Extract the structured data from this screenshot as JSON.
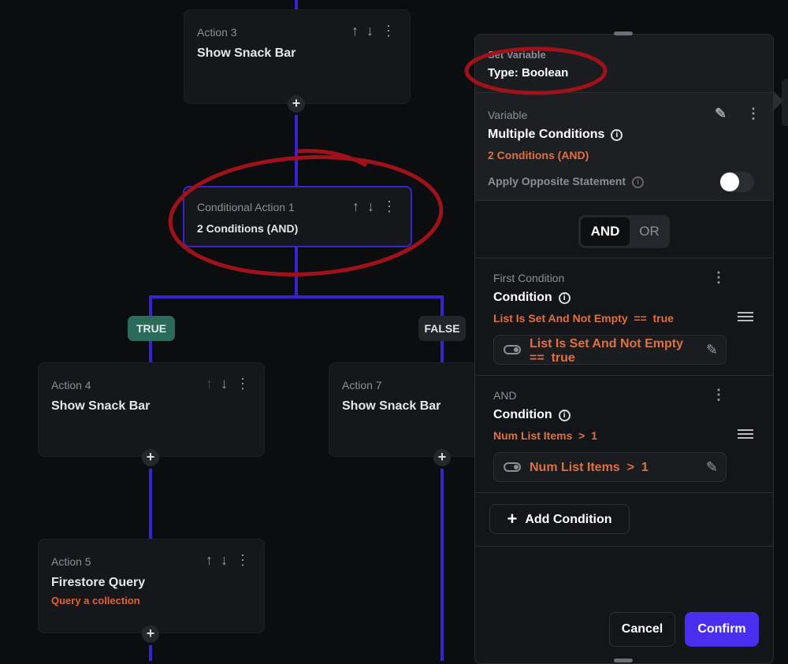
{
  "canvas": {
    "action3": {
      "label": "Action 3",
      "title": "Show Snack Bar"
    },
    "conditional": {
      "label": "Conditional Action 1",
      "title": "2 Conditions (AND)"
    },
    "true_label": "TRUE",
    "false_label": "FALSE",
    "action4": {
      "label": "Action 4",
      "title": "Show Snack Bar"
    },
    "action7": {
      "label": "Action 7",
      "title": "Show Snack Bar"
    },
    "action5": {
      "label": "Action 5",
      "title": "Firestore Query",
      "subtitle": "Query a collection"
    },
    "icons": {
      "up": "↑",
      "down": "↓",
      "more": "⋮",
      "plus": "+"
    }
  },
  "panel": {
    "header": {
      "label": "Set Variable",
      "type": "Type: Boolean"
    },
    "variable": {
      "label": "Variable",
      "title": "Multiple Conditions",
      "summary": "2 Conditions (AND)",
      "opposite_label": "Apply Opposite Statement",
      "opposite_on": false
    },
    "logic": {
      "options": [
        "AND",
        "OR"
      ],
      "selected": "AND"
    },
    "conditions": [
      {
        "label": "First Condition",
        "title": "Condition",
        "summary": "List Is Set And Not Empty  ==  true",
        "field_line1": "List Is Set And Not Empty",
        "field_line2": "==  true"
      },
      {
        "label": "AND",
        "title": "Condition",
        "summary": "Num List Items  >  1",
        "field_line1": "Num List Items  >  1"
      }
    ],
    "add_condition": "Add Condition",
    "cancel": "Cancel",
    "confirm": "Confirm"
  },
  "colors": {
    "accent": "#3a22d0",
    "confirm": "#4a2ff0",
    "true_badge": "#2a6b5c",
    "orange": "#e0703f",
    "annotation": "#a0121a"
  }
}
